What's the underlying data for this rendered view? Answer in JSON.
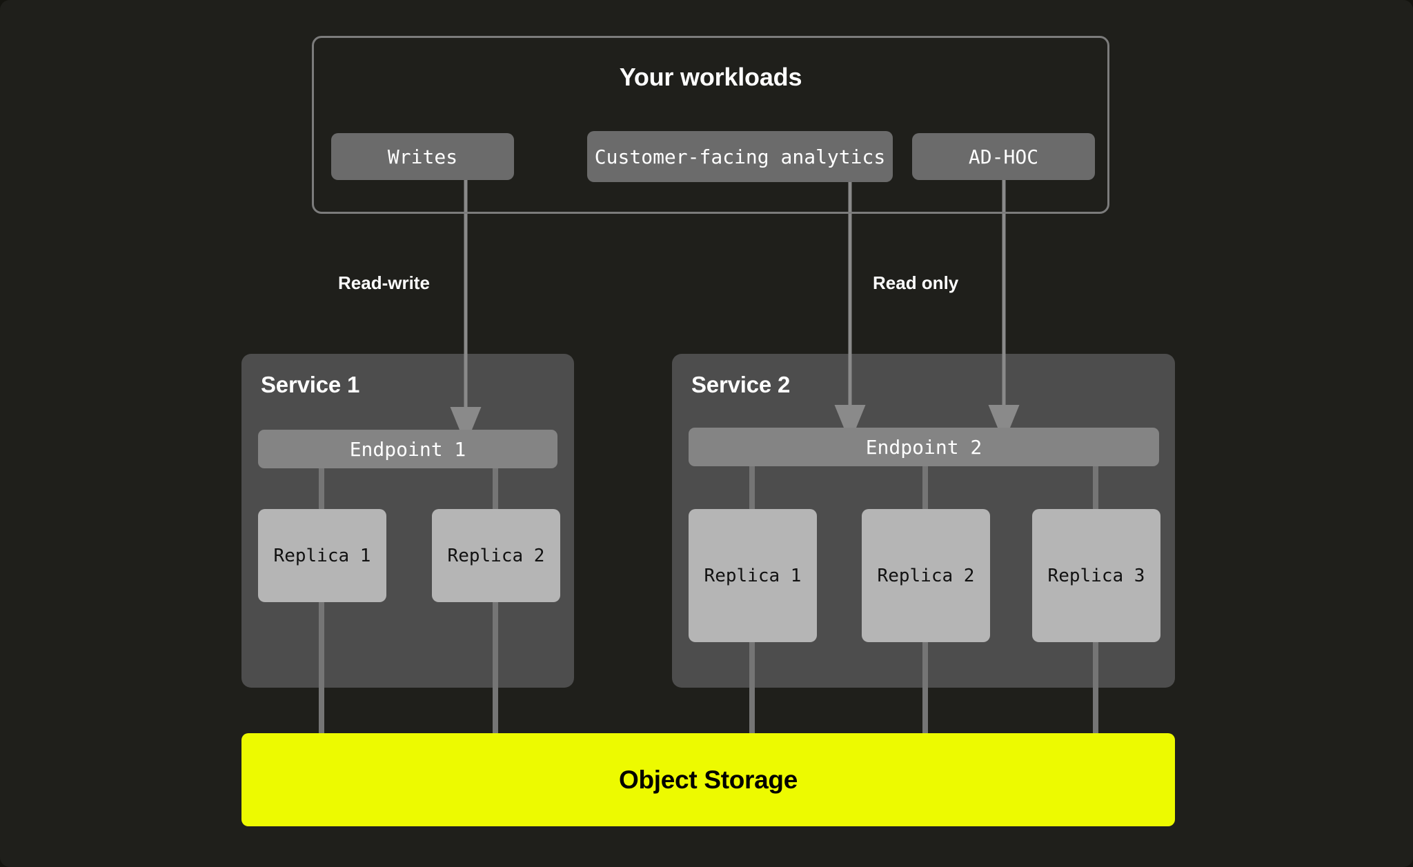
{
  "diagram": {
    "background_color": "#1f1f1b",
    "connector_color": "#7c7c7c",
    "accent_color": "#edfa00"
  },
  "workloads": {
    "title": "Your workloads",
    "boxes": [
      {
        "label": "Writes"
      },
      {
        "label": "Customer-facing analytics"
      },
      {
        "label": "AD-HOC"
      }
    ]
  },
  "flows": [
    {
      "label": "Read-write"
    },
    {
      "label": "Read only"
    }
  ],
  "services": [
    {
      "title": "Service 1",
      "endpoint": "Endpoint 1",
      "replicas": [
        {
          "label": "Replica 1"
        },
        {
          "label": "Replica 2"
        }
      ]
    },
    {
      "title": "Service 2",
      "endpoint": "Endpoint 2",
      "replicas": [
        {
          "label": "Replica 1"
        },
        {
          "label": "Replica 2"
        },
        {
          "label": "Replica 3"
        }
      ]
    }
  ],
  "storage": {
    "label": "Object Storage"
  }
}
